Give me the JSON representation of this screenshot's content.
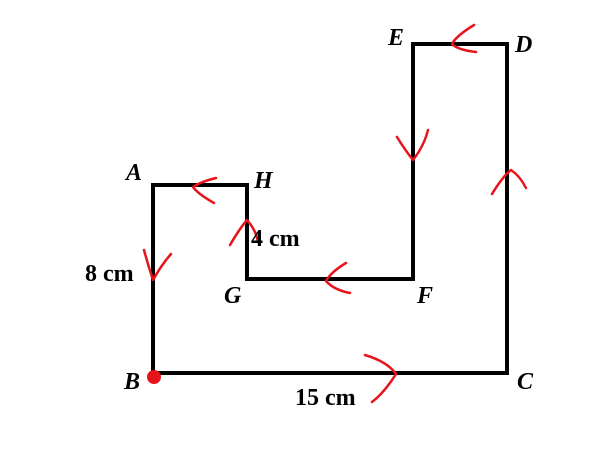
{
  "colors": {
    "outline": "#000000",
    "annotation": "#e8141c"
  },
  "points": {
    "A": "A",
    "H": "H",
    "G": "G",
    "F": "F",
    "E": "E",
    "D": "D",
    "C": "C",
    "B": "B"
  },
  "dimensions": {
    "AB": "8 cm",
    "GH": "4 cm",
    "BC": "15 cm"
  },
  "annotations": {
    "start_marker": "dot-at-B",
    "traversal": "B-C-D-E-F-G-H-A-B",
    "arrow_icon": "hand-drawn-arrow-icon"
  }
}
